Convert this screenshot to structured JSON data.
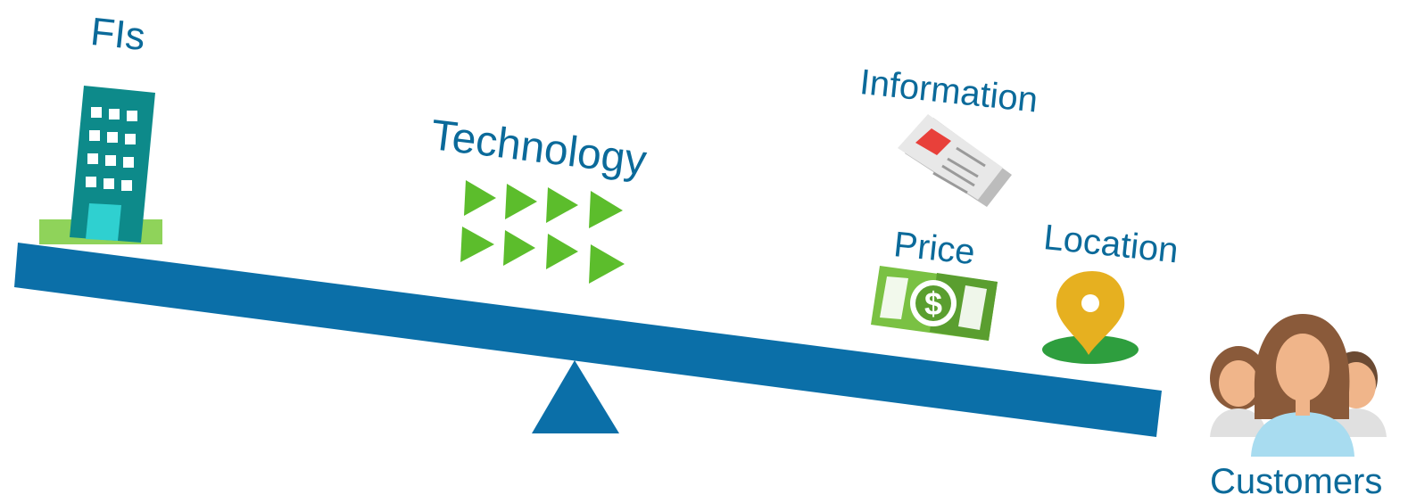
{
  "labels": {
    "fis": "FIs",
    "technology": "Technology",
    "information": "Information",
    "price": "Price",
    "location": "Location",
    "customers": "Customers"
  },
  "icons": {
    "fis": "building-icon",
    "technology": "arrows-icon",
    "information": "newspaper-icon",
    "price": "money-icon",
    "location": "location-pin-icon",
    "customers": "customers-icon"
  },
  "colors": {
    "beam": "#0b6fa8",
    "label": "#0b6a9a",
    "arrow": "#5cbd2c",
    "building": "#0d8a8a",
    "money": "#7ac143",
    "pin": "#e6b020",
    "ground": "#2e9e3e"
  }
}
